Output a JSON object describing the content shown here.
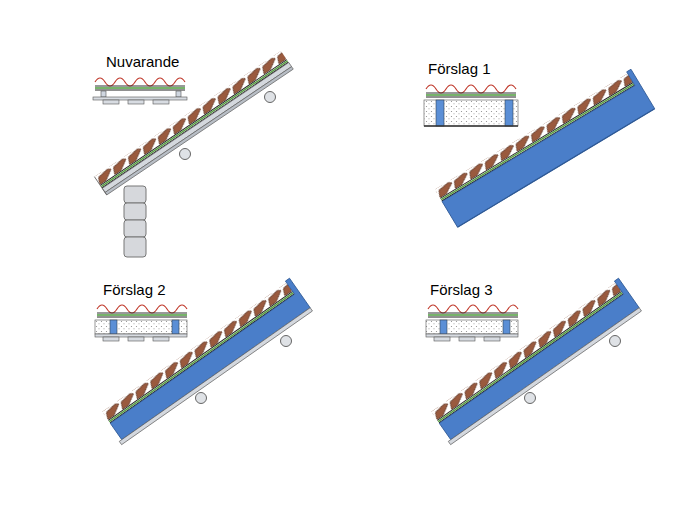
{
  "diagram": {
    "labels": [
      "Nuvarande",
      "Förslag 1",
      "Förslag 2",
      "Förslag 3"
    ]
  }
}
